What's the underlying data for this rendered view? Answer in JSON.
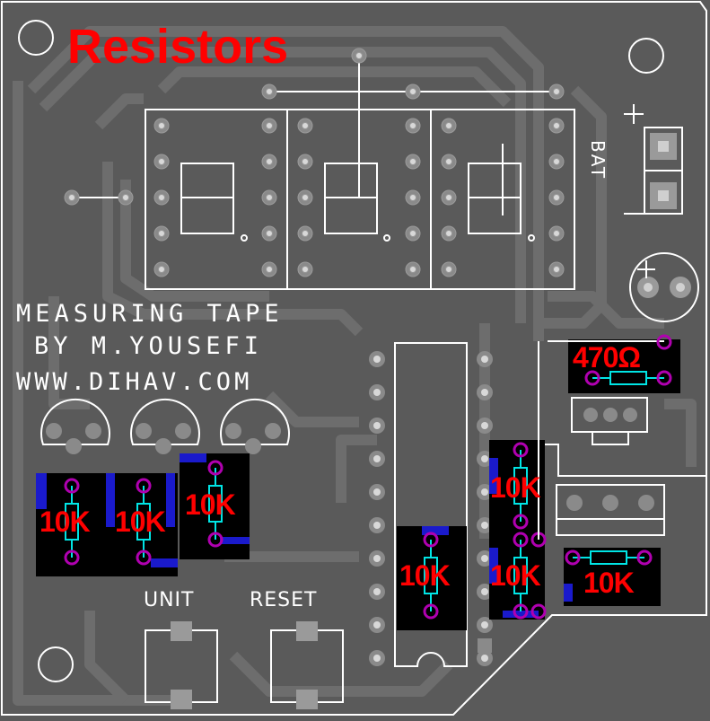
{
  "title": "Resistors",
  "silkscreen": {
    "line1": "MEASURING TAPE",
    "line2": "BY M.YOUSEFI",
    "line3": "WWW.DIHAV.COM",
    "battery_label": "BAT",
    "button_unit": "UNIT",
    "button_reset": "RESET"
  },
  "resistors": [
    {
      "id": "r1",
      "value": "10K"
    },
    {
      "id": "r2",
      "value": "10K"
    },
    {
      "id": "r3",
      "value": "10K"
    },
    {
      "id": "r4",
      "value": "10K"
    },
    {
      "id": "r5",
      "value": "10K"
    },
    {
      "id": "r6",
      "value": "10K"
    },
    {
      "id": "r7",
      "value": "10K"
    },
    {
      "id": "r8",
      "value": "470Ω"
    }
  ],
  "colors": {
    "board": "#5a5a5a",
    "trace": "#6b6b6b",
    "silkscreen": "#ffffff",
    "highlight_text": "#ff0000",
    "resistor_body": "#00e5e5",
    "resistor_pad": "#b000b0",
    "copper_blue": "#1a1acc",
    "pad_dark": "#8a8a8a"
  },
  "icons": {
    "mounting_hole": "circle-icon",
    "battery_plus": "plus-icon"
  }
}
